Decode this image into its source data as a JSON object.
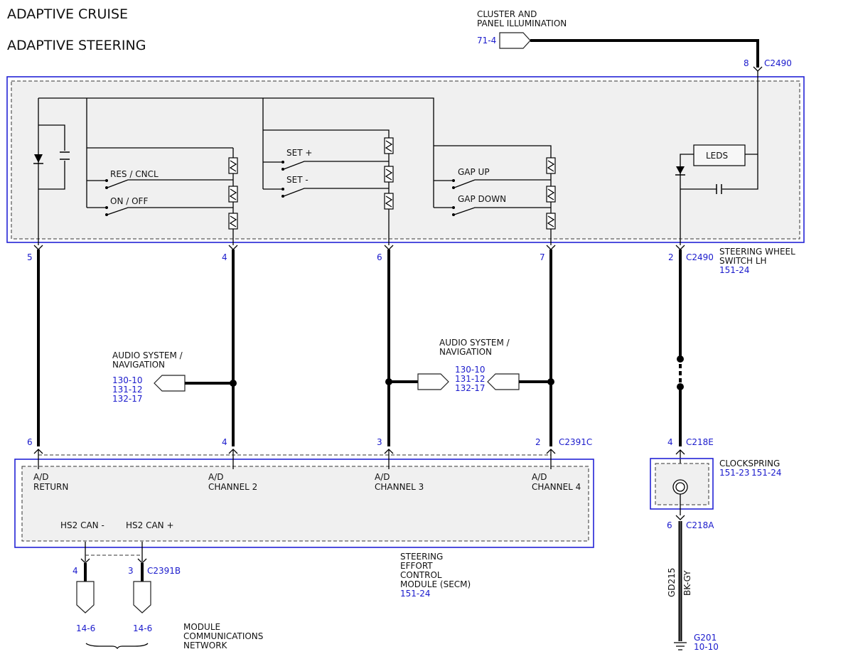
{
  "titles": {
    "line1": "ADAPTIVE CRUISE",
    "line2": "ADAPTIVE STEERING"
  },
  "top_ref": {
    "label1": "CLUSTER AND",
    "label2": "PANEL ILLUMINATION",
    "page": "71-4",
    "pin": "8",
    "connector": "C2490"
  },
  "switch": {
    "res_cncl": "RES / CNCL",
    "on_off": "ON / OFF",
    "set_plus": "SET +",
    "set_minus": "SET -",
    "gap_up": "GAP UP",
    "gap_down": "GAP DOWN",
    "leds": "LEDS",
    "name1": "STEERING WHEEL",
    "name2": "SWITCH LH",
    "page": "151-24",
    "connector": "C2490",
    "pins": [
      "5",
      "4",
      "6",
      "7",
      "2"
    ]
  },
  "audio_left": {
    "label1": "AUDIO SYSTEM /",
    "label2": "NAVIGATION",
    "refs": [
      "130-10",
      "131-12",
      "132-17"
    ]
  },
  "audio_right": {
    "label1": "AUDIO SYSTEM /",
    "label2": "NAVIGATION",
    "refs": [
      "130-10",
      "131-12",
      "132-17"
    ]
  },
  "secm": {
    "pins": [
      "6",
      "4",
      "3",
      "2"
    ],
    "connector": "C2391C",
    "ad": "A/D",
    "return": "RETURN",
    "ch2": "CHANNEL 2",
    "ch3": "CHANNEL 3",
    "ch4": "CHANNEL 4",
    "can_minus": "HS2 CAN -",
    "can_plus": "HS2 CAN +",
    "name1": "STEERING",
    "name2": "EFFORT",
    "name3": "CONTROL",
    "name4": "MODULE (SECM)",
    "page": "151-24"
  },
  "can": {
    "pin_minus": "4",
    "pin_plus": "3",
    "connector": "C2391B",
    "page_minus": "14-6",
    "page_plus": "14-6",
    "net1": "MODULE",
    "net2": "COMMUNICATIONS",
    "net3": "NETWORK"
  },
  "clockspring": {
    "pin_top": "4",
    "conn_top": "C218E",
    "name": "CLOCKSPRING",
    "page1": "151-23",
    "page2": "151-24",
    "pin_bottom": "6",
    "conn_bottom": "C218A",
    "circuit": "GD215",
    "color": "BK-GY",
    "ground": "G201",
    "ground_page": "10-10"
  }
}
